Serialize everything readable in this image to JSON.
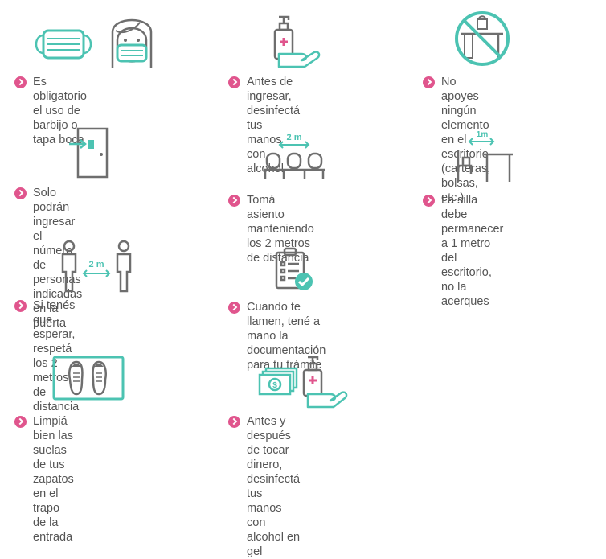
{
  "colors": {
    "accent_teal": "#4cc3b2",
    "bullet_pink": "#e0558d",
    "line_gray": "#6e6e6e",
    "text": "#555555"
  },
  "items": [
    {
      "icon": "face-mask-icon",
      "text": "Es obligatorio el uso de\nbarbijo o tapa boca"
    },
    {
      "icon": "hand-sanitizer-icon",
      "text": "Antes de ingresar,\ndesinfectá tus manos\ncon alcohol"
    },
    {
      "icon": "no-items-on-desk-icon",
      "text": "No apoyes ningún\nelemento en el escritorio\n(carteras, bolsas, etc.)"
    },
    {
      "icon": "door-entry-icon",
      "text": "Solo podrán ingresar el\nnúmero de personas\nindicadas en la puerta"
    },
    {
      "icon": "distanced-seats-icon",
      "label": "2 m",
      "text": "Tomá asiento\nmanteniendo los 2 metros\nde distancia"
    },
    {
      "icon": "chair-desk-distance-icon",
      "label": "1m",
      "text": "La silla debe permanecer\na 1 metro del escritorio,\nno la acerques"
    },
    {
      "icon": "people-distance-icon",
      "label": "2 m",
      "text": "Si tenés que esperar,\nrespetá los 2 metros\nde distancia"
    },
    {
      "icon": "clipboard-check-icon",
      "text": "Cuando te llamen, tené a\nmano la documentación\npara tu trámite"
    },
    {
      "icon": "shoes-doormat-icon",
      "text": "Limpiá bien las suelas\nde tus zapatos en el\ntrapo de la entrada"
    },
    {
      "icon": "money-sanitizer-icon",
      "text": "Antes y después de tocar\ndinero, desinfectá tus\nmanos con alcohol en gel"
    }
  ]
}
